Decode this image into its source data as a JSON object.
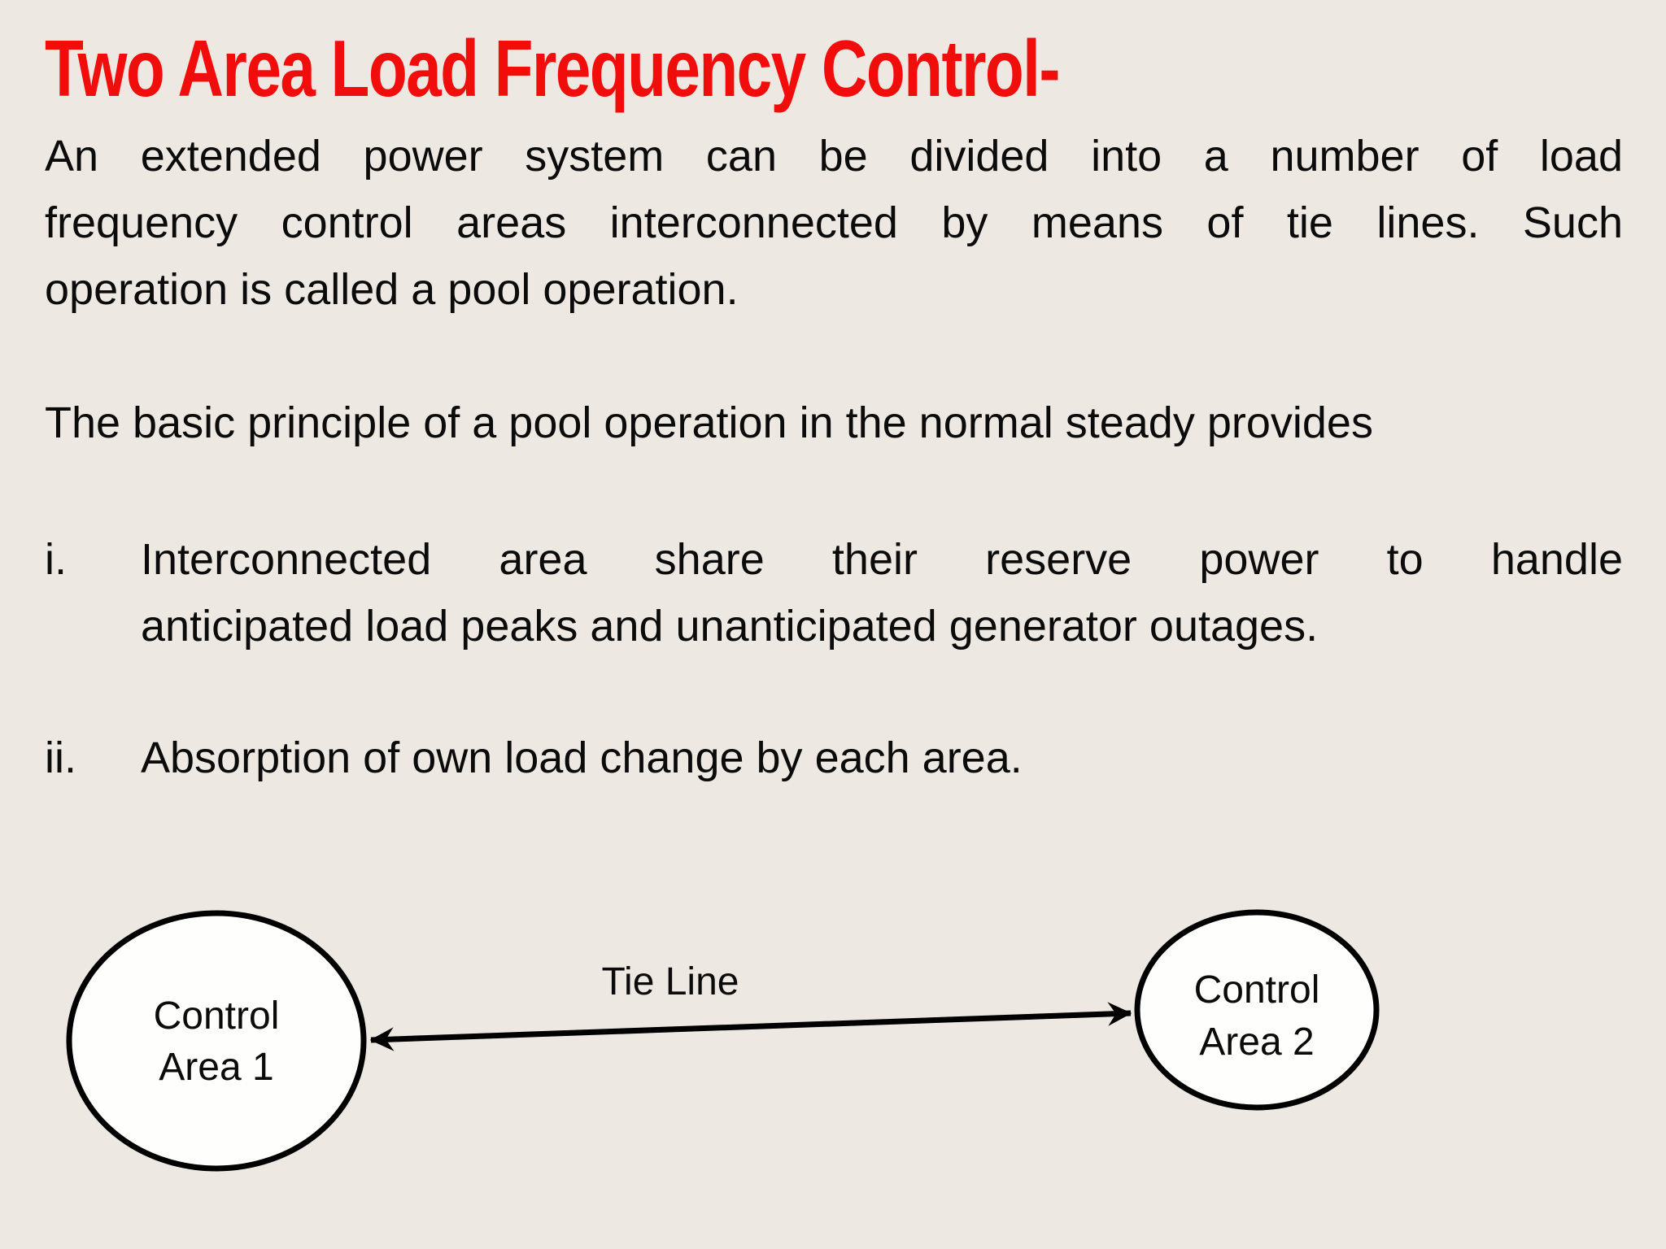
{
  "slide": {
    "background_color": "#EDE9E2",
    "title": "Two Area Load Frequency Control-",
    "title_color": "#F20D0D"
  },
  "body": {
    "paragraph1_lines": [
      "An extended power system can be divided into a number of load",
      "frequency control areas interconnected by means of tie lines. Such",
      "operation is called a pool operation."
    ],
    "paragraph2": "The basic principle of a pool operation in the normal steady provides",
    "list_items": [
      {
        "marker": "i.",
        "lines": [
          "Interconnected area share their reserve power to handle",
          "anticipated load peaks and unanticipated generator outages."
        ]
      },
      {
        "marker": "ii.",
        "lines": [
          "Absorption of own load change by each area."
        ]
      }
    ]
  },
  "diagram": {
    "tie_line_label": "Tie Line",
    "node1_line1": "Control",
    "node1_line2": "Area 1",
    "node2_line1": "Control",
    "node2_line2": "Area 2",
    "line_color": "#000000",
    "node_fill": "#FEFEFD"
  }
}
